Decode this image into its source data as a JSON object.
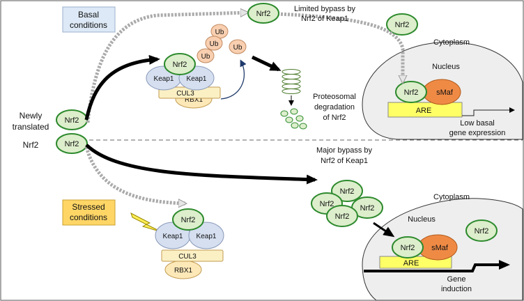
{
  "labels": {
    "basal_conditions": [
      "Basal",
      "conditions"
    ],
    "stressed_conditions": [
      "Stressed",
      "conditions"
    ],
    "newly_translated": [
      "Newly",
      "translated",
      "Nrf2"
    ],
    "limited_bypass": [
      "Limited bypass by",
      "Nrf2 of Keap1"
    ],
    "major_bypass": [
      "Major bypass by",
      "Nrf2 of Keap1"
    ],
    "proteosomal": [
      "Proteosomal",
      "degradation",
      "of Nrf2"
    ],
    "low_basal": [
      "Low basal",
      "gene expression"
    ],
    "gene_induction": [
      "Gene",
      "induction"
    ],
    "cytoplasm": "Cytoplasm",
    "nucleus": "Nucleus",
    "nrf2": "Nrf2",
    "keap1": "Keap1",
    "cul3": "CUL3",
    "rbx1": "RBX1",
    "ub": "Ub",
    "smaf": "sMaf",
    "are": "ARE"
  },
  "colors": {
    "nrf2_fill": "#ddeecc",
    "nrf2_stroke": "#2d8a2d",
    "keap1_fill": "#d5dff0",
    "cul3_fill": "#fbf0c4",
    "rbx1_fill": "#fde8b8",
    "ub_fill": "#f8cfb0",
    "smaf_fill": "#ef8a45",
    "are_fill": "#ffff66",
    "basal_box": "#dde9f6",
    "stressed_box": "#ffd666",
    "cell_fill": "#eeeeee"
  }
}
